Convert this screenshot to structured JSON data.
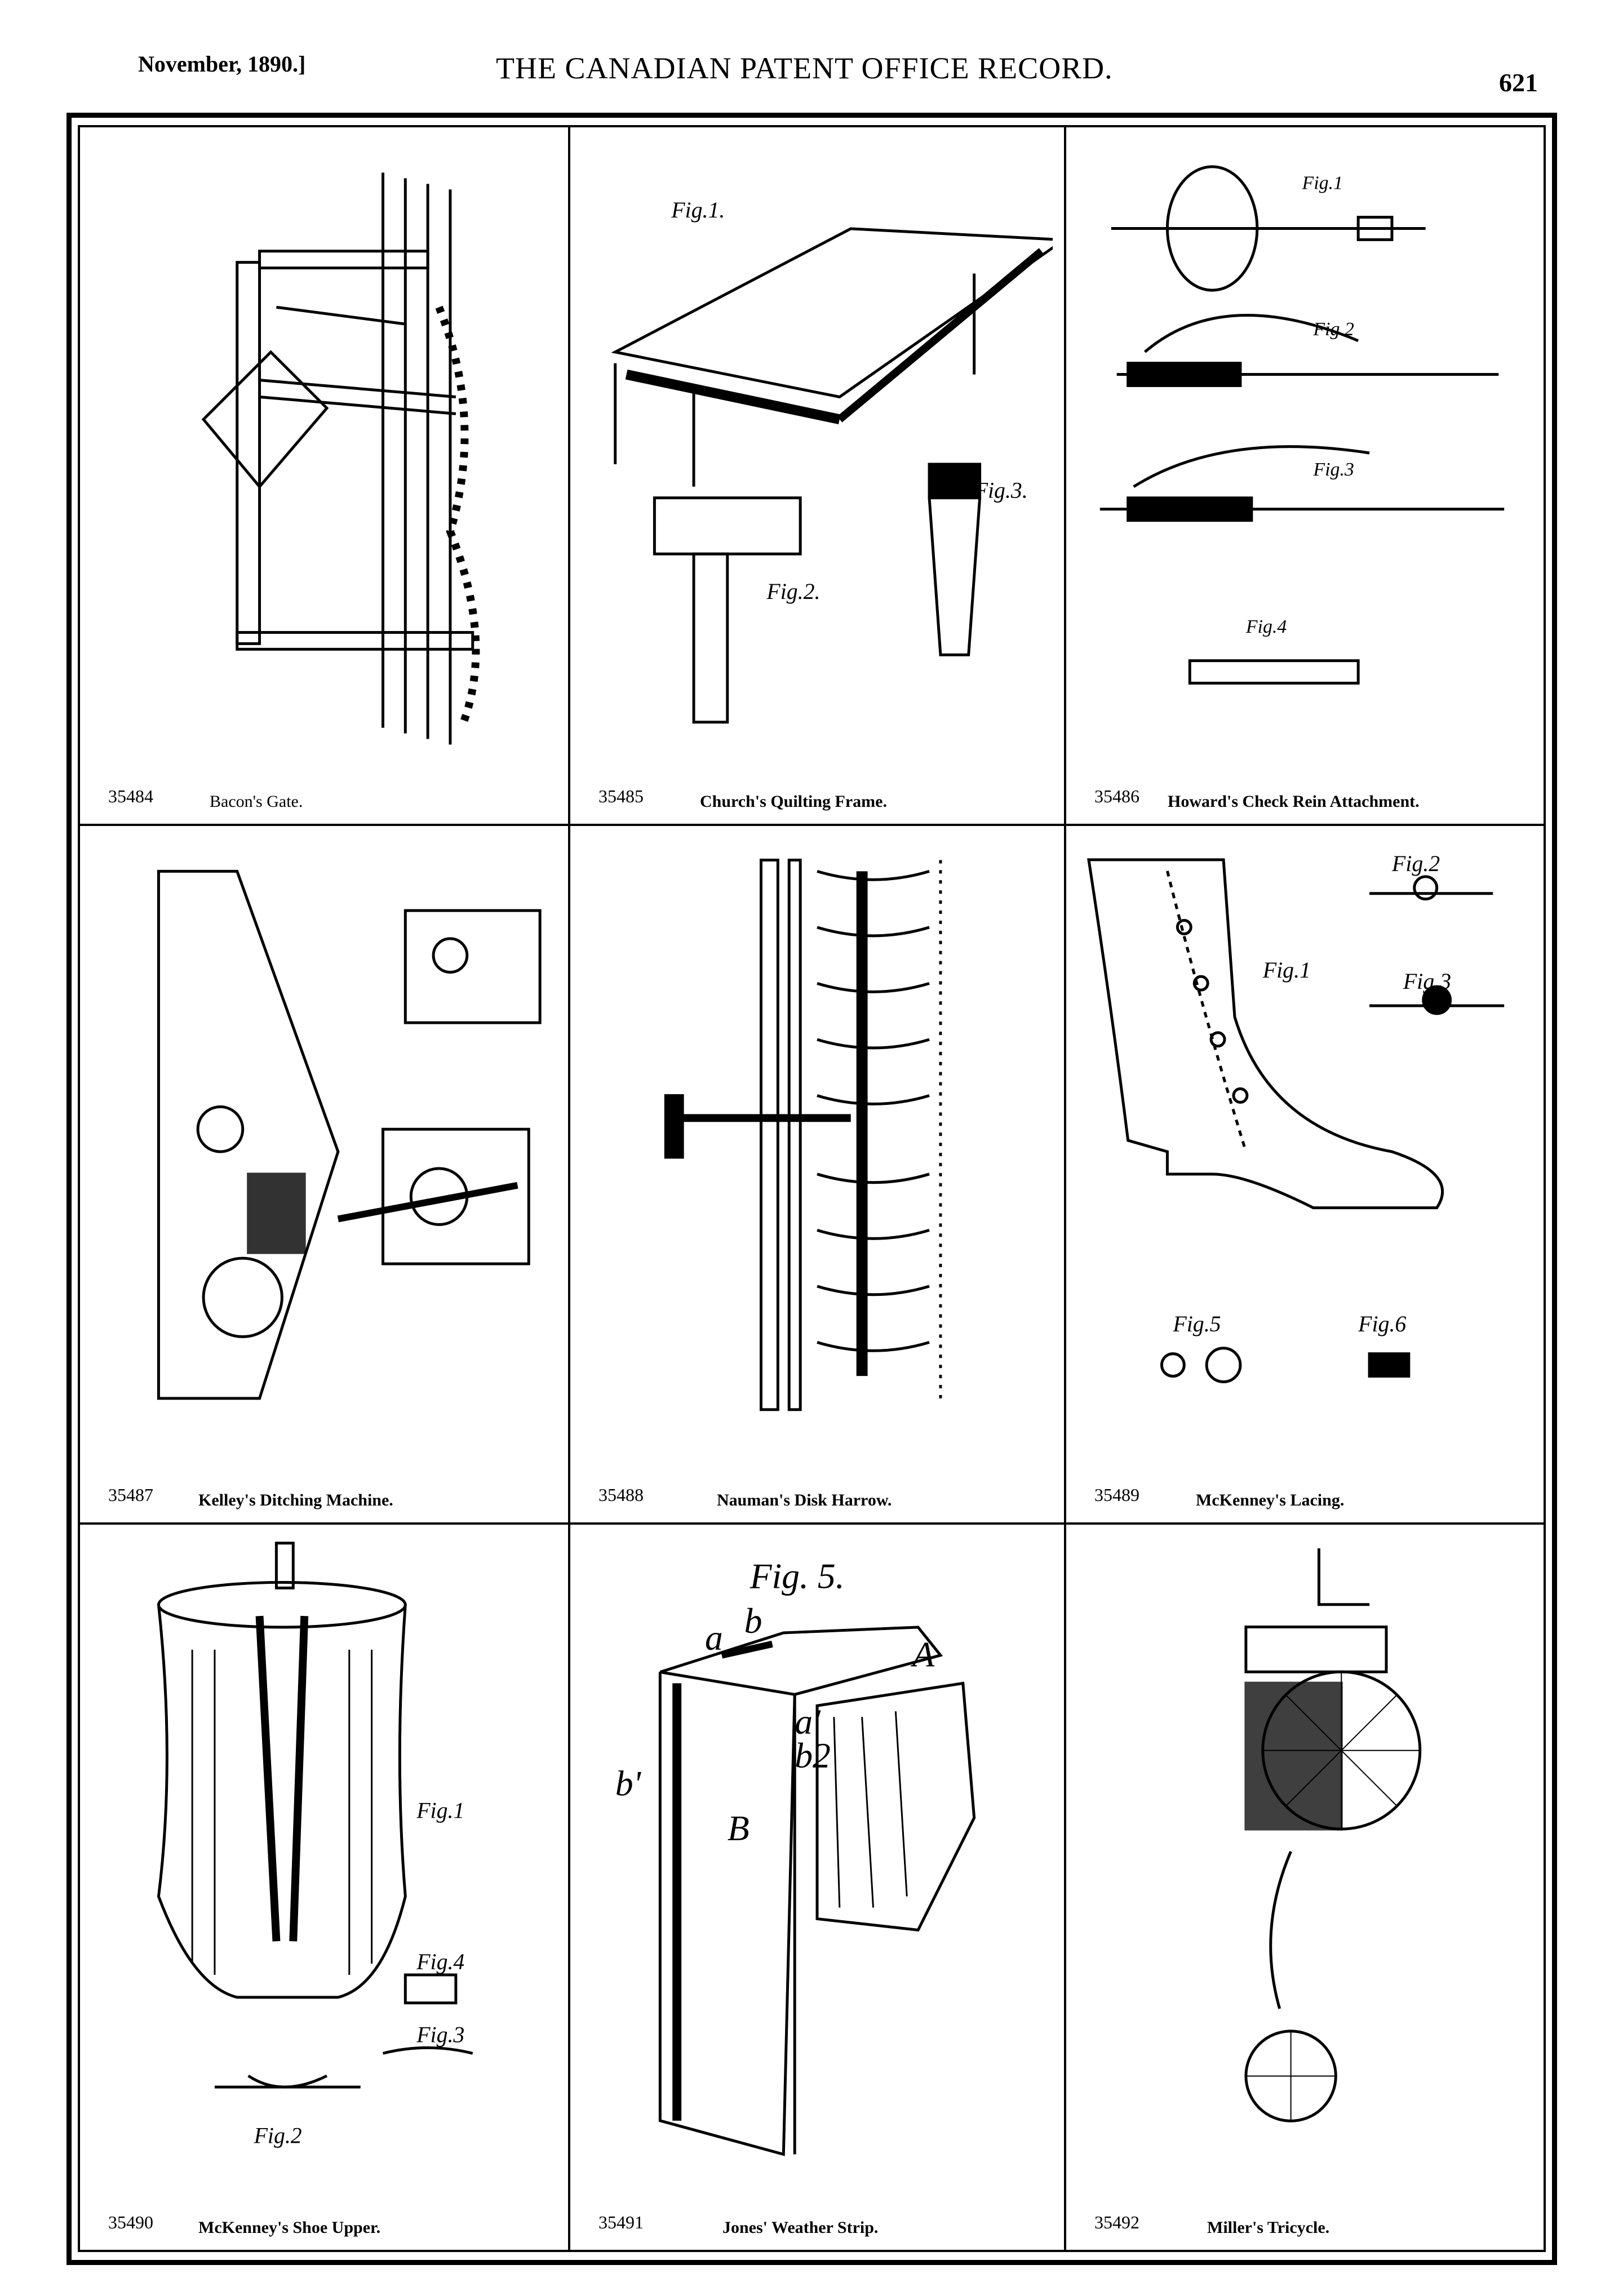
{
  "header": {
    "date": "November, 1890.]",
    "title": "THE CANADIAN PATENT OFFICE RECORD.",
    "page": "621"
  },
  "patents": [
    {
      "number": "35484",
      "name": "Bacon's Gate."
    },
    {
      "number": "35485",
      "name": "Church's Quilting Frame.",
      "figs": [
        "Fig.1.",
        "Fig.2.",
        "Fig.3."
      ]
    },
    {
      "number": "35486",
      "name": "Howard's Check Rein Attachment.",
      "figs": [
        "Fig.1",
        "Fig.2",
        "Fig.3",
        "Fig.4"
      ]
    },
    {
      "number": "35487",
      "name": "Kelley's Ditching Machine."
    },
    {
      "number": "35488",
      "name": "Nauman's Disk Harrow."
    },
    {
      "number": "35489",
      "name": "McKenney's Lacing.",
      "figs": [
        "Fig.1",
        "Fig.2",
        "Fig.3",
        "Fig.5",
        "Fig.6"
      ]
    },
    {
      "number": "35490",
      "name": "McKenney's Shoe Upper.",
      "figs": [
        "Fig.1",
        "Fig.2",
        "Fig.3",
        "Fig.4"
      ]
    },
    {
      "number": "35491",
      "name": "Jones' Weather Strip.",
      "figs": [
        "Fig. 5."
      ],
      "labels": [
        "a",
        "b",
        "a'",
        "b2",
        "b'",
        "B",
        "A"
      ]
    },
    {
      "number": "35492",
      "name": "Miller's Tricycle."
    }
  ]
}
